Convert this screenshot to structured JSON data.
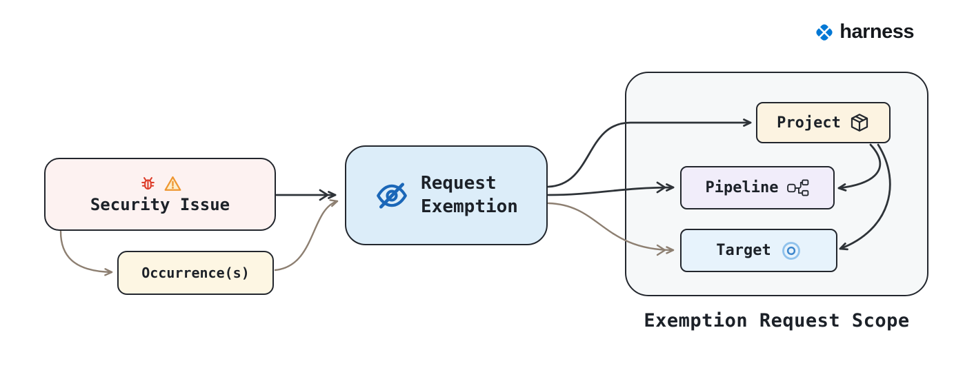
{
  "logo": {
    "text": "harness"
  },
  "diagram": {
    "nodes": {
      "security_issue": {
        "label": "Security Issue"
      },
      "occurrences": {
        "label": "Occurrence(s)"
      },
      "request_exemption": {
        "line1": "Request",
        "line2": "Exemption"
      },
      "project": {
        "label": "Project"
      },
      "pipeline": {
        "label": "Pipeline"
      },
      "target": {
        "label": "Target"
      }
    },
    "scope_label": "Exemption Request Scope",
    "icons": {
      "security": [
        "bug-icon",
        "warning-triangle-icon"
      ],
      "request_exemption": "eye-off-icon",
      "project": "package-icon",
      "pipeline": "workflow-icon",
      "target": "target-icon",
      "logo": "harness-logo-icon"
    }
  },
  "colors": {
    "security_bg": "#fdf2f1",
    "occurrence_bg": "#fdf6e3",
    "exemption_bg": "#dcedf9",
    "project_bg": "#fcf3e1",
    "pipeline_bg": "#f1edfa",
    "target_bg": "#e7f3fc",
    "scope_bg": "#f6f8f9",
    "border_dark": "#22262d",
    "arrow_dark": "#2e3338",
    "arrow_brown": "#8d7f71",
    "icon_blue": "#1b67b8",
    "bug_red": "#dd3e2b",
    "warn_orange": "#ee9631",
    "warn_fill": "#fdeecb",
    "logo_blue": "#0278d5",
    "text_dark": "#1c2128",
    "target_blue_outer": "#90c2ec",
    "target_blue_inner": "#3c86cc"
  }
}
